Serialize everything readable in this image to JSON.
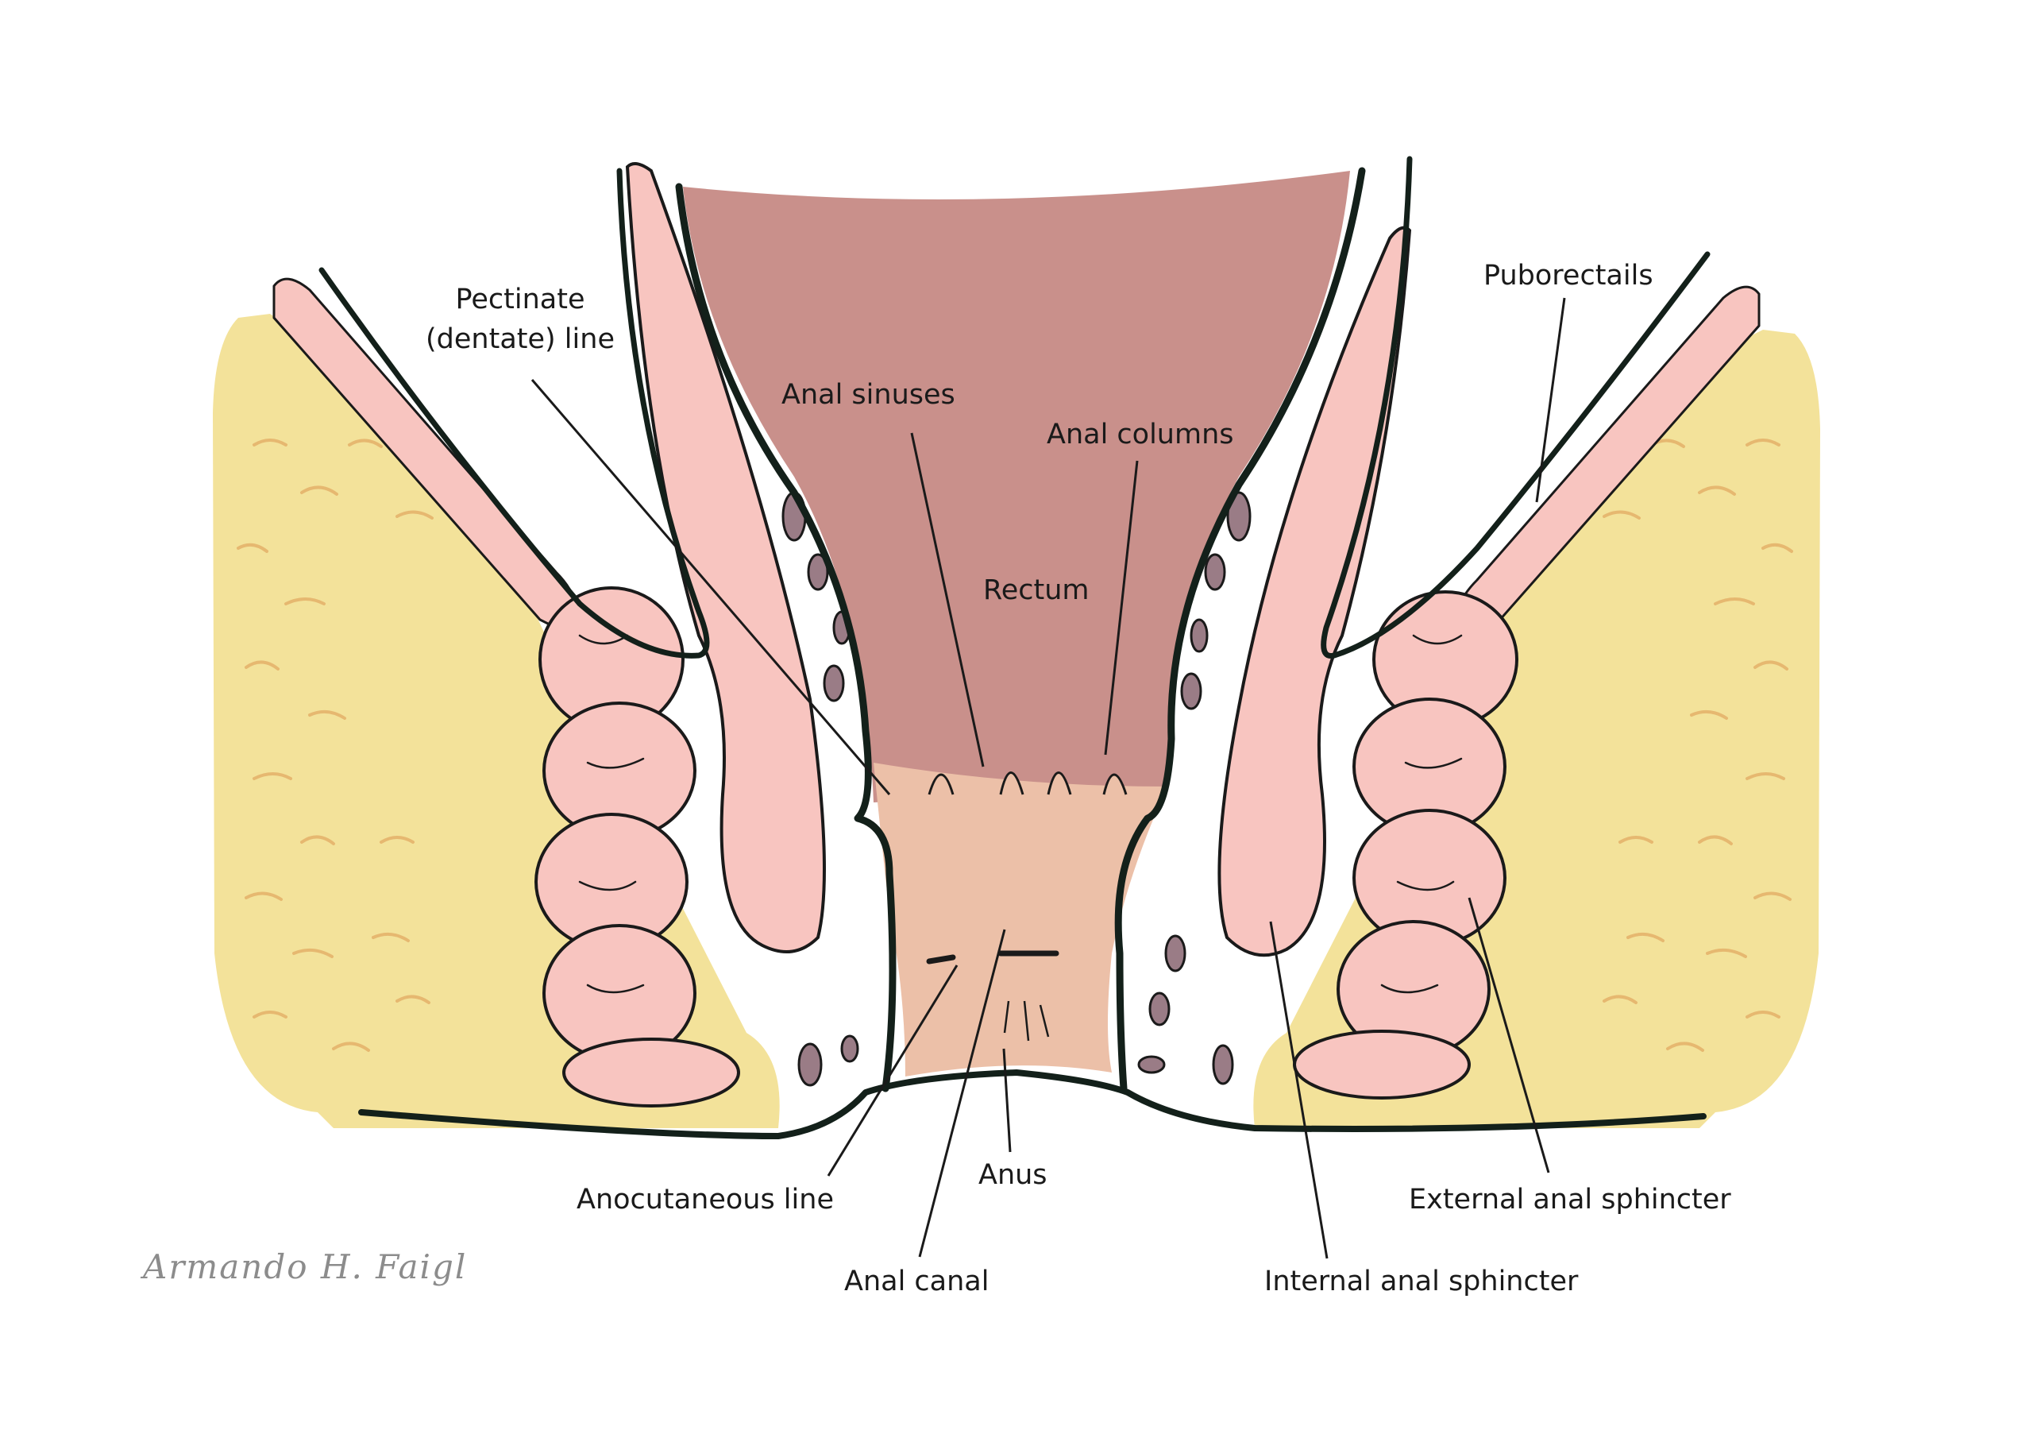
{
  "diagram": {
    "labels": {
      "pectinate_line_1": "Pectinate",
      "pectinate_line_2": "(dentate) line",
      "anal_sinuses": "Anal sinuses",
      "anal_columns": "Anal columns",
      "rectum": "Rectum",
      "puborectalis": "Puborectails",
      "anocutaneous_line": "Anocutaneous line",
      "anus": "Anus",
      "anal_canal": "Anal canal",
      "external_anal_sphincter": "External anal sphincter",
      "internal_anal_sphincter": "Internal anal sphincter"
    },
    "signature": "Armando H. Faigl",
    "colors": {
      "fat": "#f3e29a",
      "fat_stroke": "#e6b870",
      "muscle": "#f8c5c0",
      "muscle_stroke": "#1a1a1a",
      "rectum": "#c9908b",
      "anal_canal": "#ecc0a8",
      "vessel": "#9a7c86",
      "outline": "#13201a"
    }
  }
}
